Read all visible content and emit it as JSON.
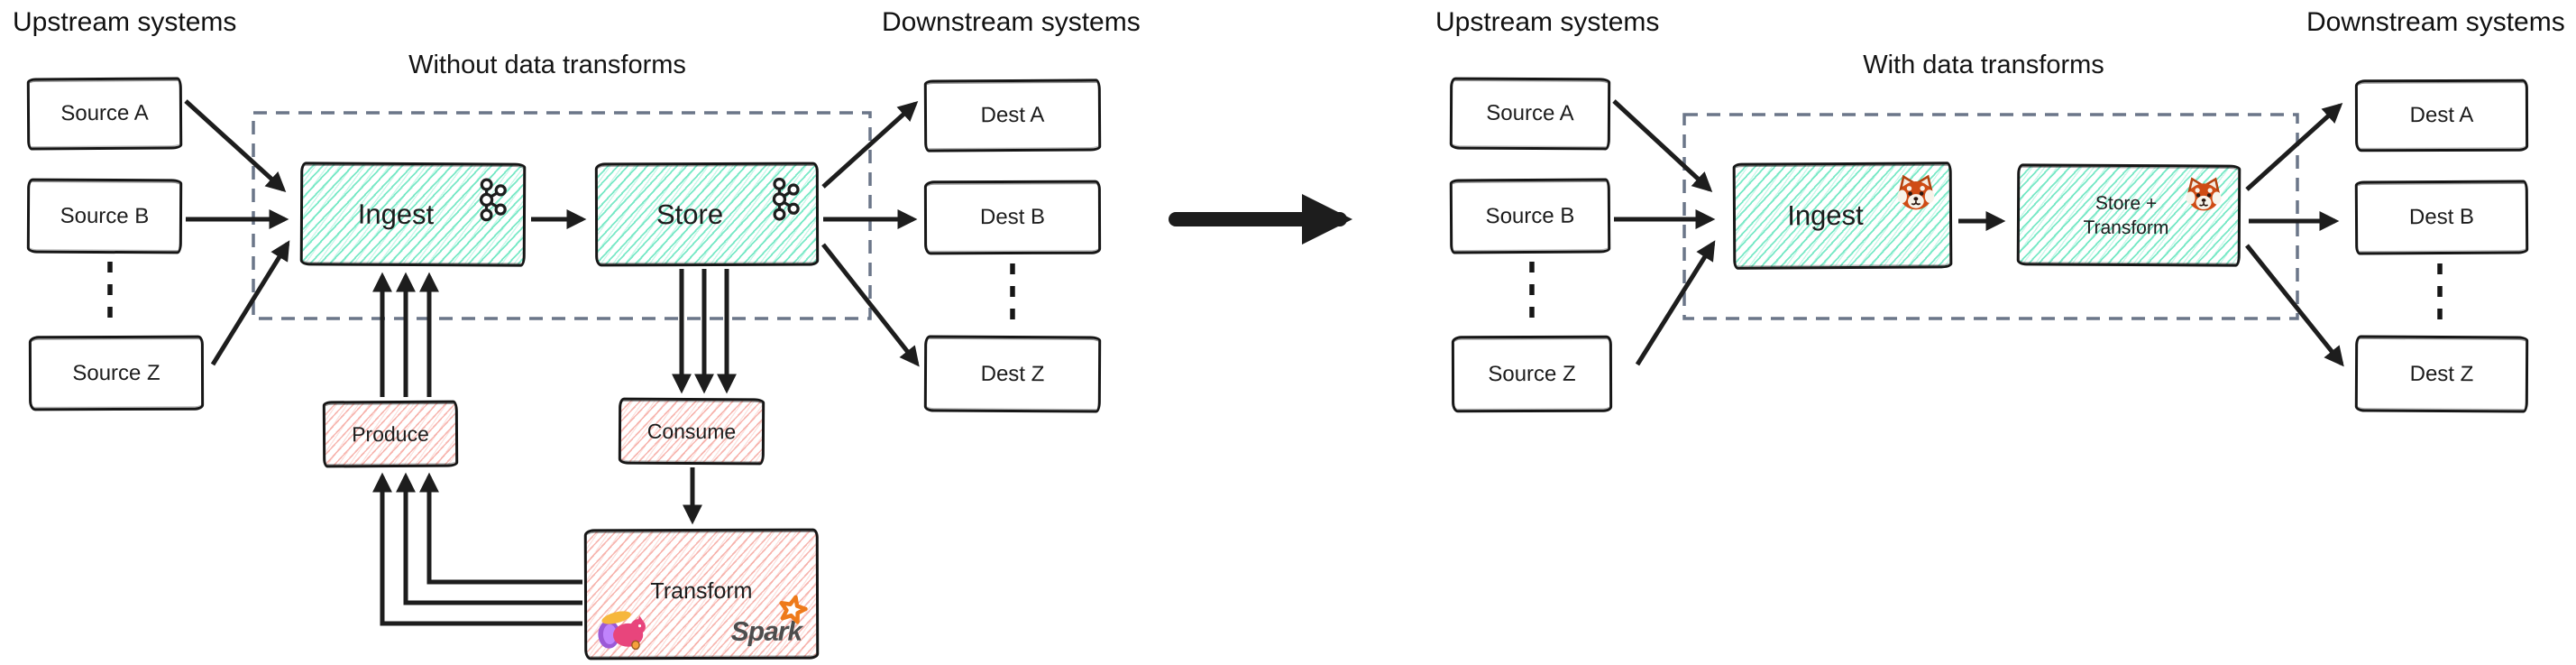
{
  "left": {
    "upstream_label": "Upstream systems",
    "downstream_label": "Downstream systems",
    "title": "Without data transforms",
    "sources": [
      "Source A",
      "Source B",
      "Source Z"
    ],
    "dests": [
      "Dest A",
      "Dest B",
      "Dest Z"
    ],
    "ingest_label": "Ingest",
    "store_label": "Store",
    "produce_label": "Produce",
    "consume_label": "Consume",
    "transform_label": "Transform",
    "spark_label": "Spark",
    "icons": {
      "kafka": "kafka-logo",
      "flink": "flink-squirrel-logo",
      "spark": "spark-star-logo"
    }
  },
  "right": {
    "upstream_label": "Upstream systems",
    "downstream_label": "Downstream systems",
    "title": "With data transforms",
    "sources": [
      "Source A",
      "Source B",
      "Source Z"
    ],
    "dests": [
      "Dest A",
      "Dest B",
      "Dest Z"
    ],
    "ingest_label": "Ingest",
    "store_transform_label": "Store +\nTransform",
    "icons": {
      "redpanda": "red-panda-logo"
    }
  },
  "colors": {
    "teal_hatch": "#62e5bd",
    "pink_hatch": "#f49e96",
    "dashed_border": "#6b7689",
    "ink": "#1d1d1d",
    "spark_orange": "#ee7a1a",
    "spark_gray": "#4d4d4d"
  }
}
